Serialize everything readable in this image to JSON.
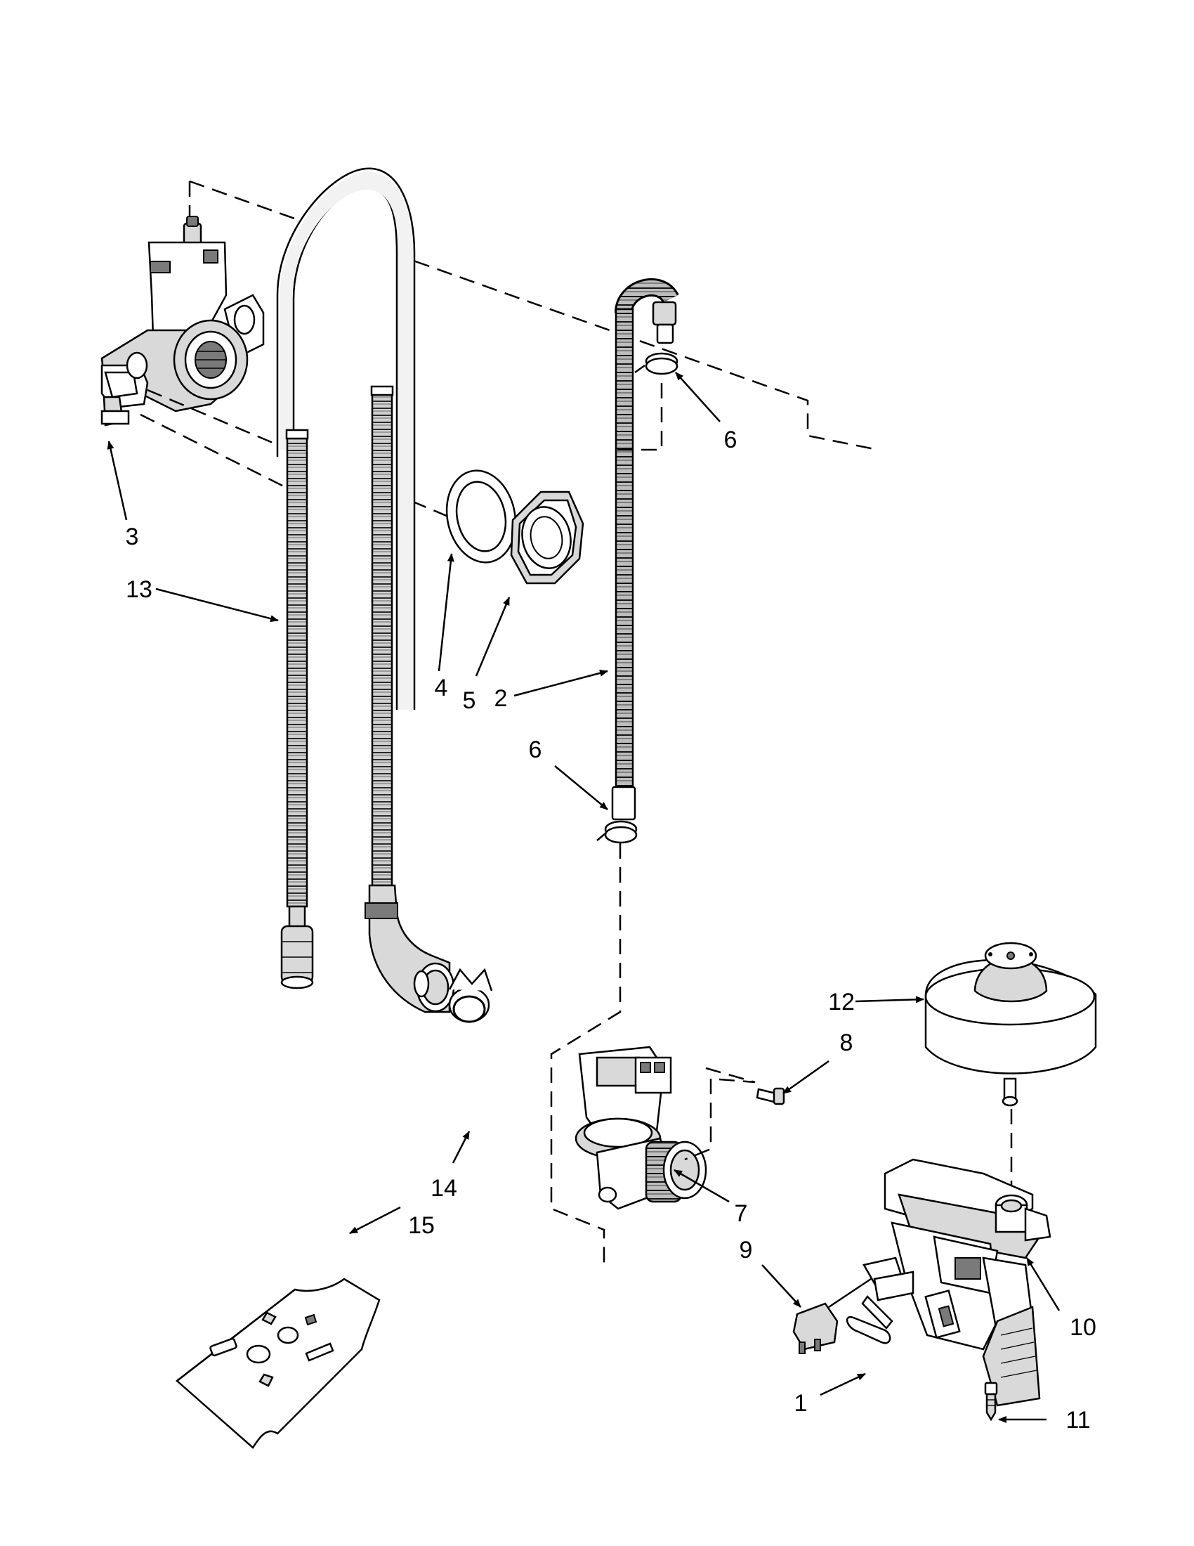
{
  "labels": {
    "l1": "1",
    "l2": "2",
    "l3": "3",
    "l4": "4",
    "l5": "5",
    "l6a": "6",
    "l6b": "6",
    "l7": "7",
    "l8": "8",
    "l9": "9",
    "l10": "10",
    "l11": "11",
    "l12": "12",
    "l13": "13",
    "l14": "14",
    "l15": "15"
  }
}
